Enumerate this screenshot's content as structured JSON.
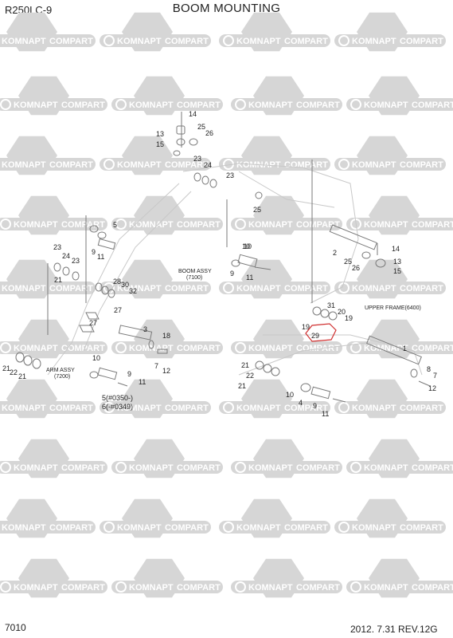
{
  "header": {
    "model": "R250LC-9",
    "title": "BOOM MOUNTING"
  },
  "footer": {
    "page": "7010",
    "date_rev": "2012. 7.31  REV.12G"
  },
  "watermark": {
    "left": "KOMNAPT",
    "right": "COMPART"
  },
  "assy_labels": {
    "boom": "BOOM ASSY",
    "boom_code": "(7100)",
    "arm": "ARM ASSY",
    "arm_code": "(7200)",
    "upper": "UPPER FRAME(6400)"
  },
  "part_labels": [
    "14",
    "13",
    "15",
    "25",
    "26",
    "23",
    "24",
    "23",
    "25",
    "10",
    "5",
    "9",
    "11",
    "23",
    "24",
    "23",
    "21",
    "27",
    "28",
    "30",
    "32",
    "27",
    "3",
    "18",
    "7",
    "12",
    "10",
    "9",
    "11",
    "21",
    "22",
    "21",
    "5(#0350-)",
    "6(-#0349)",
    "10",
    "9",
    "11",
    "2",
    "14",
    "25",
    "26",
    "13",
    "15",
    "31",
    "20",
    "19",
    "19",
    "29",
    "1",
    "8",
    "7",
    "12",
    "21",
    "22",
    "21",
    "10",
    "4",
    "9",
    "11"
  ],
  "highlight_part": "29",
  "colors": {
    "watermark": "#d6d6d6",
    "drawing": "#7a7a7a",
    "highlight": "#d03030"
  }
}
